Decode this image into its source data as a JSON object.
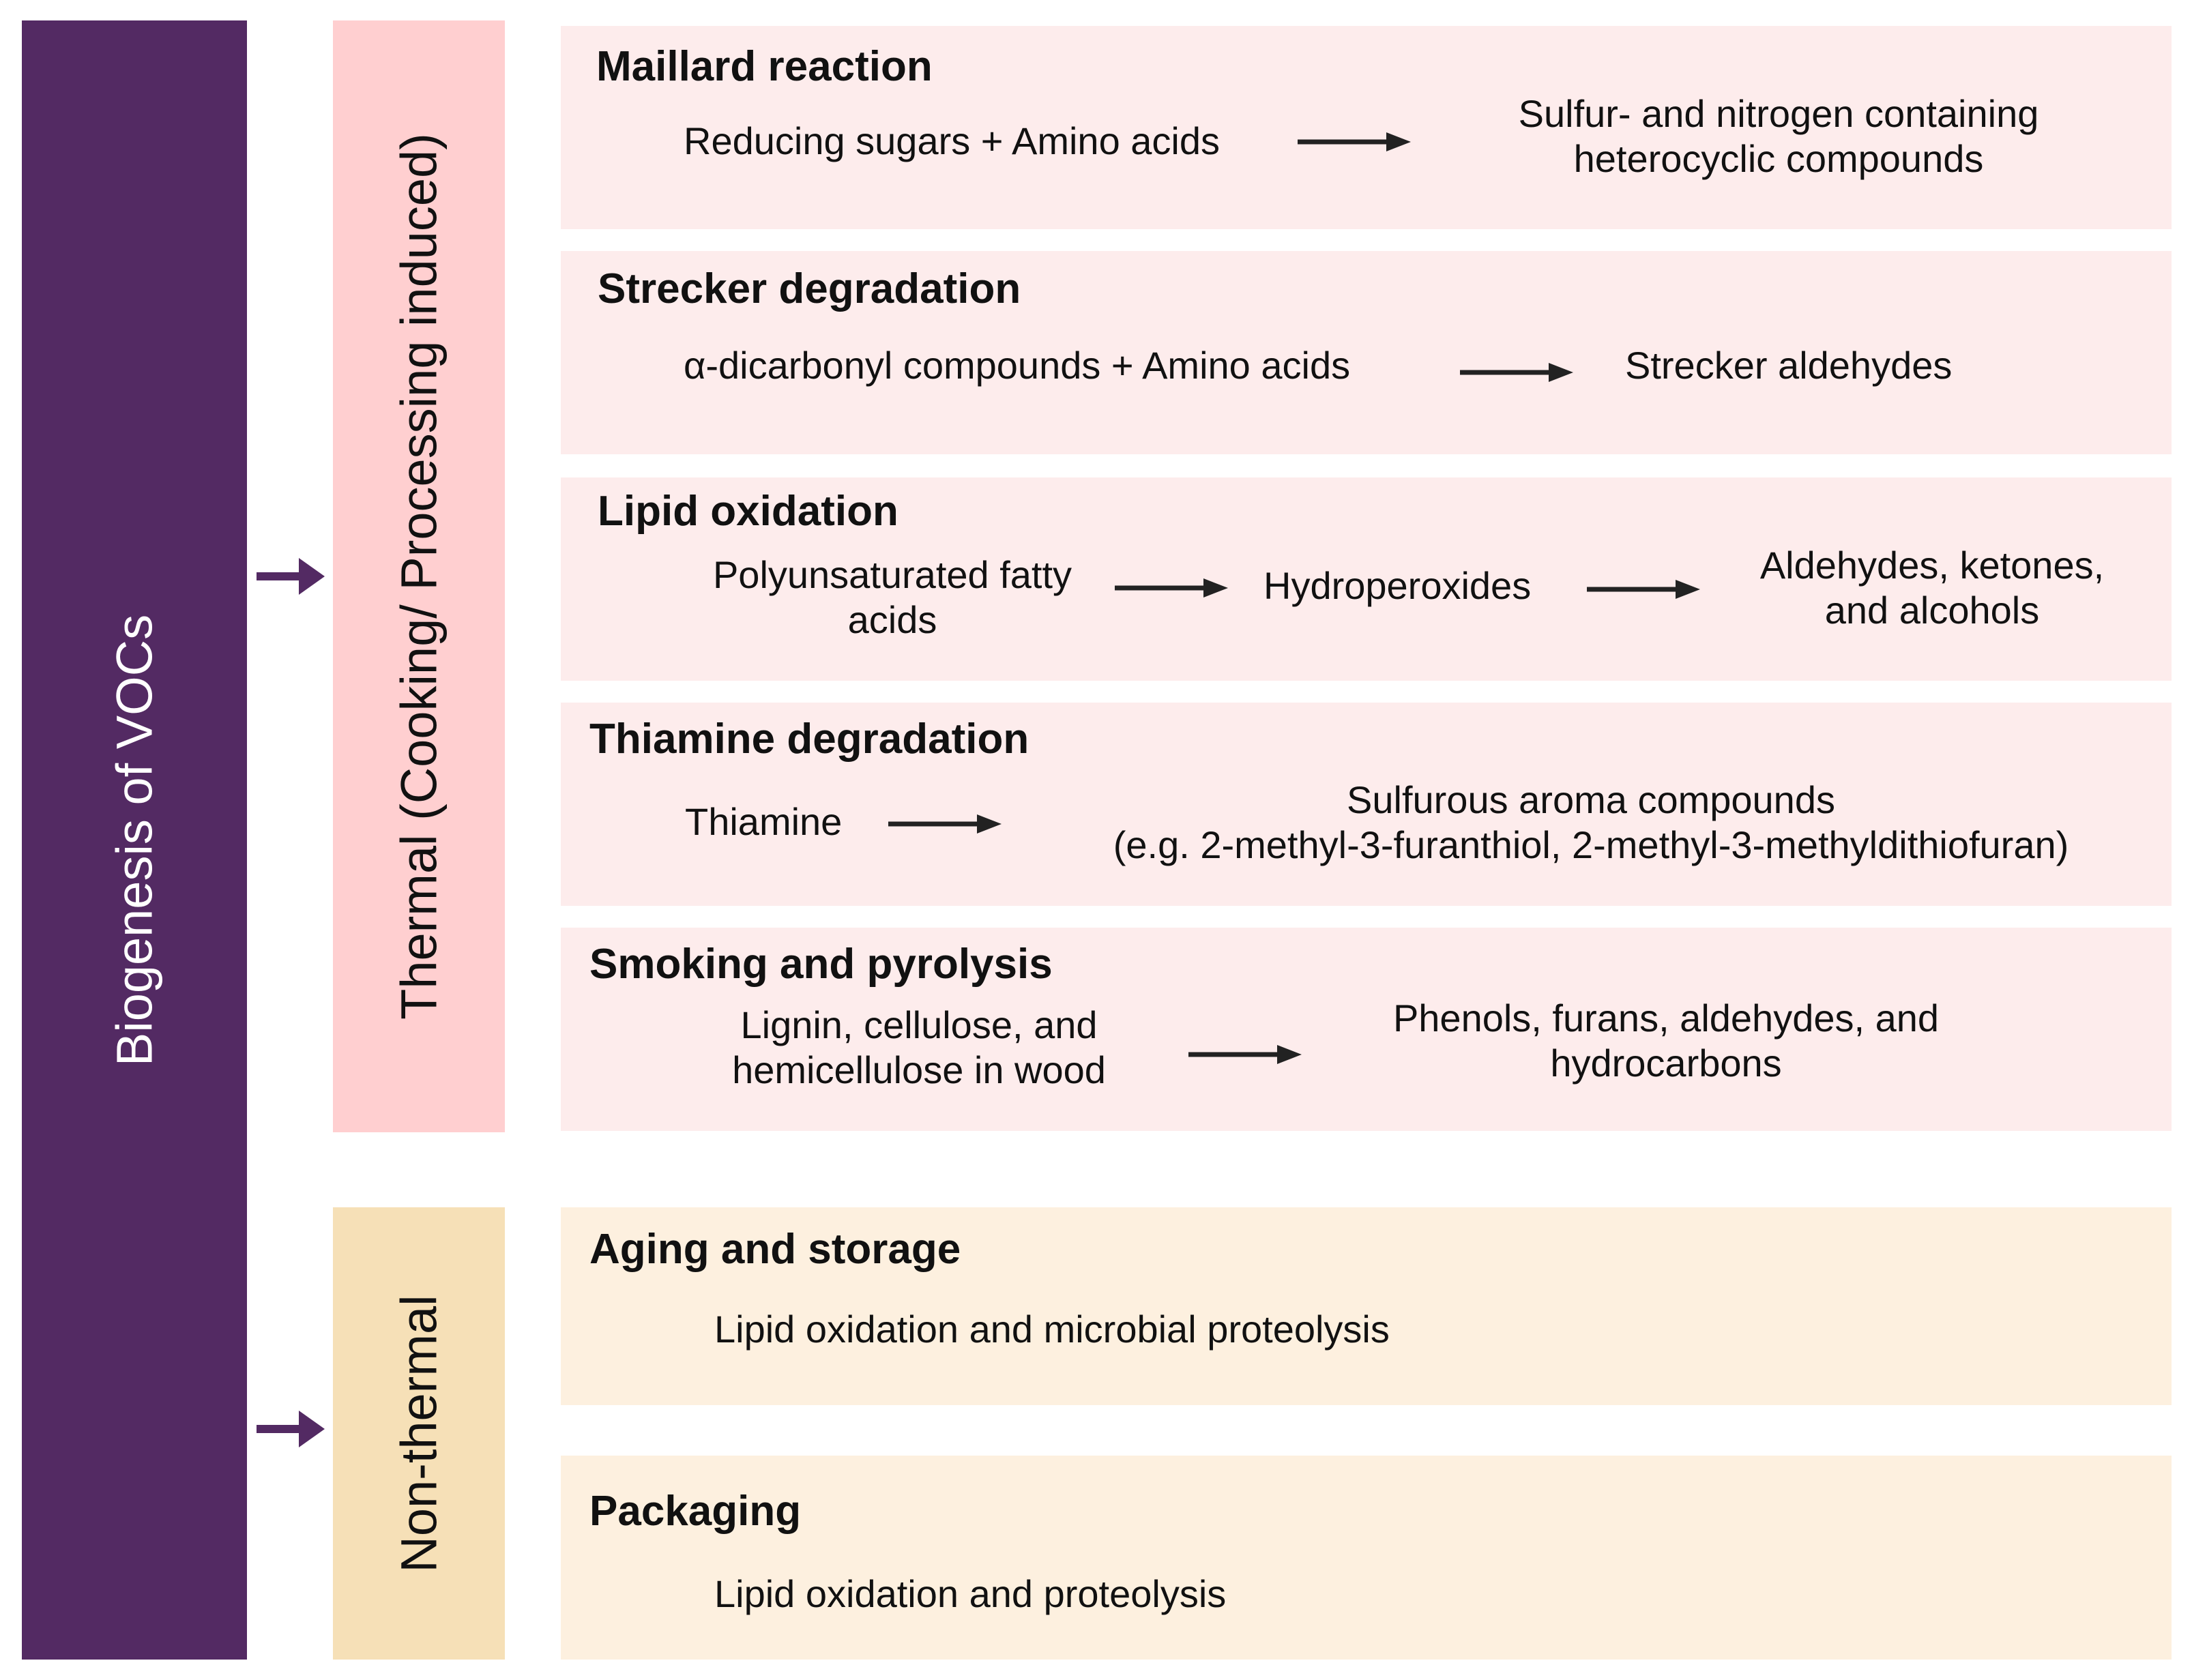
{
  "root": {
    "label": "Biogenesis of VOCs"
  },
  "categories": {
    "thermal": {
      "label": "Thermal (Cooking/ Processing induced)"
    },
    "nonthermal": {
      "label": "Non-thermal"
    }
  },
  "processes": {
    "maillard": {
      "title": "Maillard reaction",
      "input": "Reducing sugars + Amino acids",
      "output_line1": "Sulfur- and nitrogen containing",
      "output_line2": "heterocyclic compounds"
    },
    "strecker": {
      "title": "Strecker degradation",
      "input": "α-dicarbonyl compounds + Amino acids",
      "output": "Strecker aldehydes"
    },
    "lipid": {
      "title": "Lipid oxidation",
      "input_line1": "Polyunsaturated fatty",
      "input_line2": "acids",
      "intermediate": "Hydroperoxides",
      "output_line1": "Aldehydes, ketones,",
      "output_line2": "and alcohols"
    },
    "thiamine": {
      "title": "Thiamine degradation",
      "input": "Thiamine",
      "output_line1": "Sulfurous aroma compounds",
      "output_line2": "(e.g. 2-methyl-3-furanthiol, 2-methyl-3-methyldithiofuran)"
    },
    "smoking": {
      "title": "Smoking and pyrolysis",
      "input_line1": "Lignin, cellulose, and",
      "input_line2": "hemicellulose in wood",
      "output_line1": "Phenols, furans, aldehydes, and",
      "output_line2": "hydrocarbons"
    },
    "aging": {
      "title": "Aging and storage",
      "text": "Lipid oxidation and microbial proteolysis"
    },
    "packaging": {
      "title": "Packaging",
      "text": "Lipid oxidation and proteolysis"
    }
  },
  "colors": {
    "root": "#532a63",
    "thermal_category": "#ffcfd0",
    "thermal_box": "#fdecec",
    "nonthermal_category": "#f6e0b7",
    "nonthermal_box": "#fdf0df",
    "arrow": "#222222",
    "category_arrow": "#532a63"
  }
}
